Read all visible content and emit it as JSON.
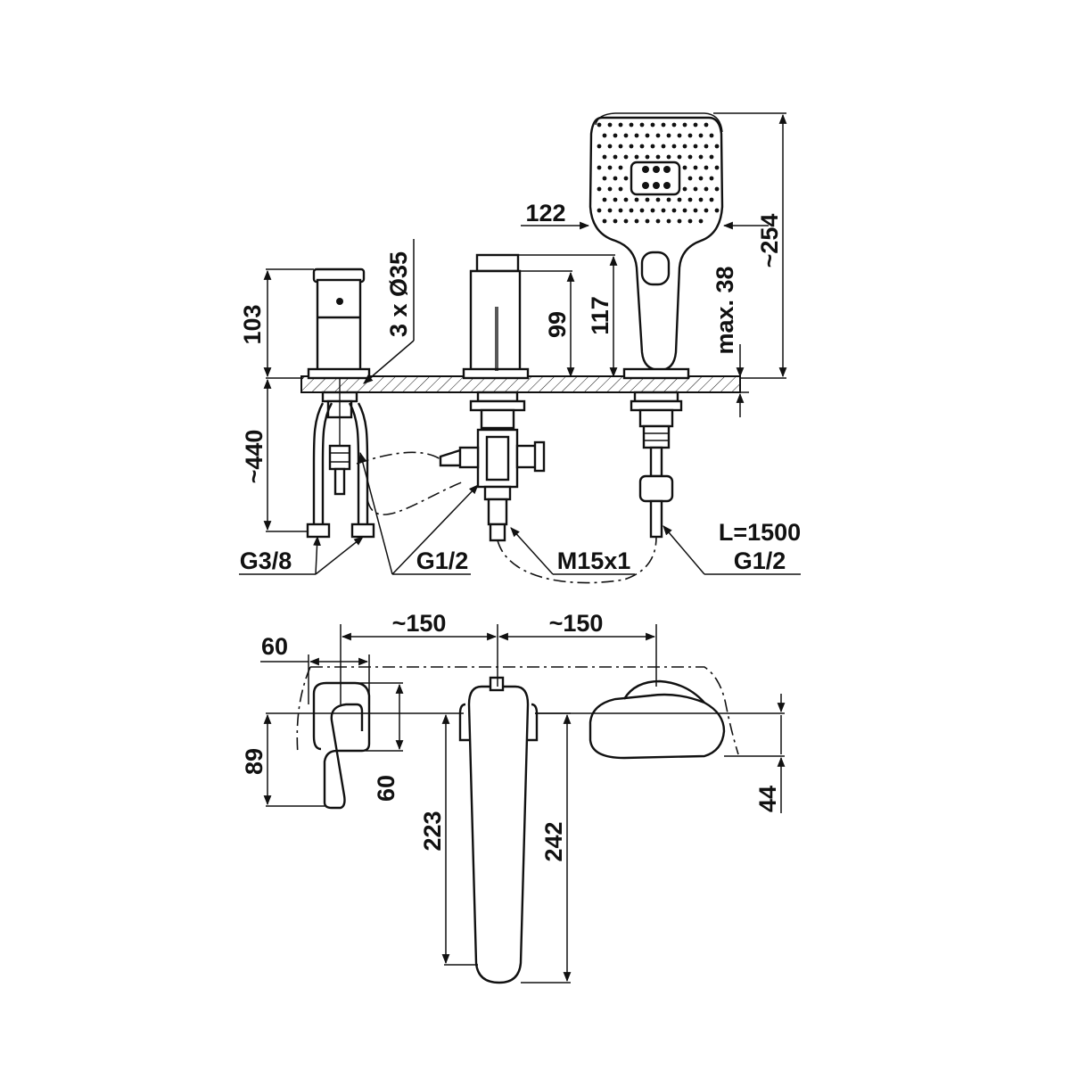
{
  "dimensions": {
    "handshower_width": "122",
    "handshower_height": "~254",
    "mount_max": "max. 38",
    "lever_height": "103",
    "holes": "3 x Ø35",
    "spout_height_99": "99",
    "spout_height_117": "117",
    "hose_depth": "~440",
    "conn_g38": "G3/8",
    "conn_g12_left": "G1/2",
    "conn_m15": "M15x1",
    "hose_length": "L=1500",
    "conn_g12_right": "G1/2",
    "spacing_left": "~150",
    "spacing_right": "~150",
    "lever_width": "60",
    "lever_depth_89": "89",
    "lever_depth_60": "60",
    "spout_reach_223": "223",
    "spout_reach_242": "242",
    "handshower_depth": "44"
  }
}
